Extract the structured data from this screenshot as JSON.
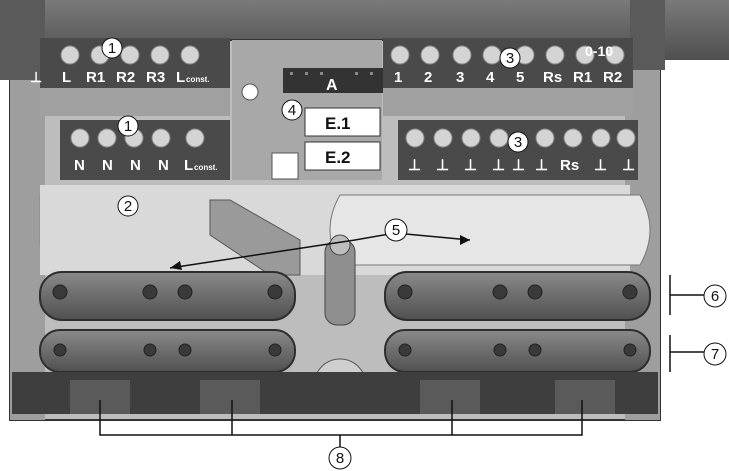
{
  "top_row_left_labels": [
    "L",
    "R1",
    "R2",
    "R3",
    "L"
  ],
  "top_row_left_sub": "const.",
  "mid_row_left_labels": [
    "N",
    "N",
    "N",
    "N",
    "L"
  ],
  "mid_row_left_sub": "const.",
  "pe_labels": [
    "PE",
    "PE",
    "PE",
    "PE"
  ],
  "top_row_right_labels": [
    "1",
    "2",
    "3",
    "4",
    "5",
    "Rs",
    "R1",
    "R2"
  ],
  "top_row_right_extra": "0-10",
  "mid_row_right_labels": [
    "⊥",
    "⊥",
    "⊥",
    "⊥",
    "⊥",
    "⊥",
    "Rs",
    "⊥",
    "⊥"
  ],
  "dip_switch_label": "A",
  "display_labels": [
    "E.1",
    "E.2"
  ],
  "left_ground_glyph": "⊥",
  "callouts": {
    "c1a": "1",
    "c1b": "1",
    "c2": "2",
    "c3a": "3",
    "c3b": "3",
    "c4": "4",
    "c5": "5",
    "c6": "6",
    "c7": "7",
    "c8": "8"
  },
  "colors": {
    "housing_dark": "#4a4a4a",
    "terminal_light": "#d0d0d0",
    "panel_mid": "#a8a8a8",
    "clamp": "#6e6e6e"
  }
}
